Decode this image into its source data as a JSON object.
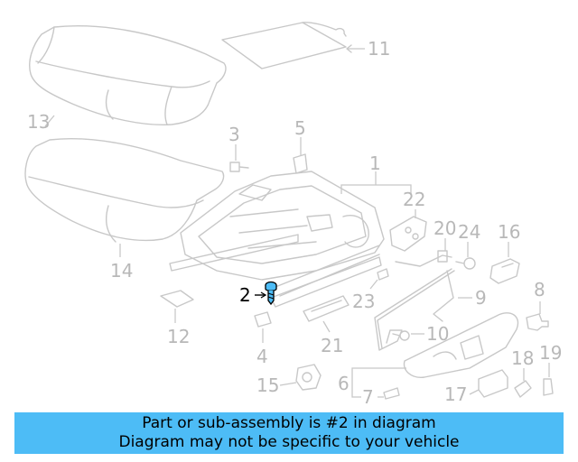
{
  "callouts": {
    "c1": "1",
    "c2": "2",
    "c3": "3",
    "c4": "4",
    "c5": "5",
    "c6": "6",
    "c7": "7",
    "c8": "8",
    "c9": "9",
    "c10": "10",
    "c11": "11",
    "c12": "12",
    "c13": "13",
    "c14": "14",
    "c15": "15",
    "c16": "16",
    "c17": "17",
    "c18": "18",
    "c19": "19",
    "c20": "20",
    "c21": "21",
    "c22": "22",
    "c23": "23",
    "c24": "24"
  },
  "banner": {
    "line1": "Part or sub-assembly is #2 in diagram",
    "line2": "Diagram may not be specific to your vehicle"
  },
  "colors": {
    "banner_bg": "#4dbcf6",
    "part_line": "#c8c8c8",
    "highlight_part": "#4dbcf6",
    "highlight_text": "#000000"
  }
}
